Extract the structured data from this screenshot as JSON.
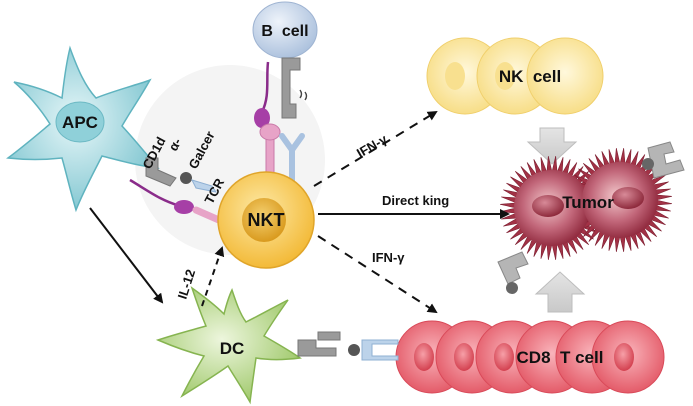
{
  "labels": {
    "apc": "APC",
    "b_cell": "B  cell",
    "nk_cell": "NK  cell",
    "nkt": "NKT",
    "tumor": "Tumor",
    "dc": "DC",
    "cd8_t_cell": "CD8  T cell",
    "cd1d": "CD1d",
    "alpha": "α-",
    "galcer": "Galcer",
    "tcr": "TCR",
    "il12": "IL-12",
    "ifn_gamma_top": "IFN-γ",
    "ifn_gamma_bottom": "IFN-γ",
    "direct_killing": "Direct king"
  },
  "colors": {
    "apc_fill": "#a9dbe2",
    "b_cell_fill": "#c5d6ea",
    "nk_fill": "#fbe7a0",
    "nkt_fill": "#f9c84d",
    "dc_fill": "#bcd98a",
    "cd8_fill": "#f07b86",
    "tumor_fill": "#b23a4c",
    "receptor_pink": "#e7a3c7",
    "receptor_purple": "#8a2c8a",
    "receptor_blue": "#bcd3ea",
    "molecule_gray": "#8a8a8a"
  }
}
